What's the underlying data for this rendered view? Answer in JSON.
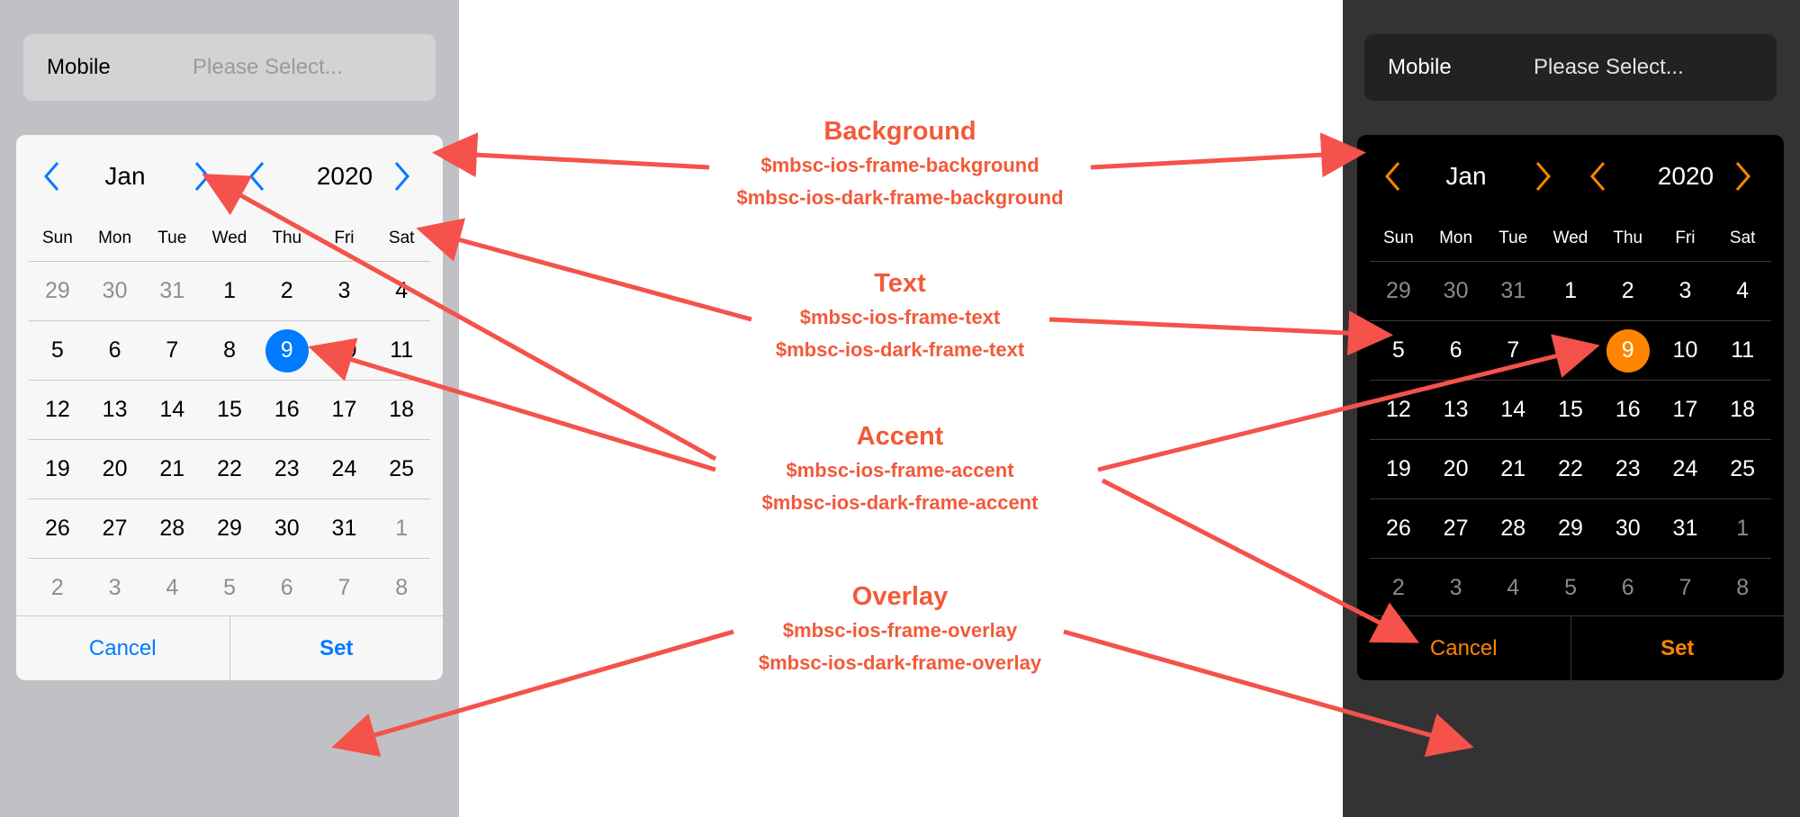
{
  "colors": {
    "light_accent": "#007aff",
    "dark_accent": "#ff8400",
    "annotation": "#f25a3a",
    "arrow": "#f4524a"
  },
  "icons": {
    "prev": "chevron-left-icon",
    "next": "chevron-right-icon"
  },
  "light": {
    "field": {
      "label": "Mobile",
      "placeholder": "Please Select..."
    },
    "month": "Jan",
    "year": "2020",
    "weekdays": [
      "Sun",
      "Mon",
      "Tue",
      "Wed",
      "Thu",
      "Fri",
      "Sat"
    ],
    "weeks": [
      [
        "29",
        "30",
        "31",
        "1",
        "2",
        "3",
        "4"
      ],
      [
        "5",
        "6",
        "7",
        "8",
        "9",
        "10",
        "11"
      ],
      [
        "12",
        "13",
        "14",
        "15",
        "16",
        "17",
        "18"
      ],
      [
        "19",
        "20",
        "21",
        "22",
        "23",
        "24",
        "25"
      ],
      [
        "26",
        "27",
        "28",
        "29",
        "30",
        "31",
        "1"
      ],
      [
        "2",
        "3",
        "4",
        "5",
        "6",
        "7",
        "8"
      ]
    ],
    "outside_days": [
      [
        0,
        0
      ],
      [
        0,
        1
      ],
      [
        0,
        2
      ],
      [
        4,
        6
      ],
      [
        5,
        0
      ],
      [
        5,
        1
      ],
      [
        5,
        2
      ],
      [
        5,
        3
      ],
      [
        5,
        4
      ],
      [
        5,
        5
      ],
      [
        5,
        6
      ]
    ],
    "selected_day": "9",
    "selected_index": [
      1,
      4
    ],
    "cancel": "Cancel",
    "set": "Set"
  },
  "dark": {
    "field": {
      "label": "Mobile",
      "placeholder": "Please Select..."
    },
    "month": "Jan",
    "year": "2020",
    "weekdays": [
      "Sun",
      "Mon",
      "Tue",
      "Wed",
      "Thu",
      "Fri",
      "Sat"
    ],
    "weeks": [
      [
        "29",
        "30",
        "31",
        "1",
        "2",
        "3",
        "4"
      ],
      [
        "5",
        "6",
        "7",
        "8",
        "9",
        "10",
        "11"
      ],
      [
        "12",
        "13",
        "14",
        "15",
        "16",
        "17",
        "18"
      ],
      [
        "19",
        "20",
        "21",
        "22",
        "23",
        "24",
        "25"
      ],
      [
        "26",
        "27",
        "28",
        "29",
        "30",
        "31",
        "1"
      ],
      [
        "2",
        "3",
        "4",
        "5",
        "6",
        "7",
        "8"
      ]
    ],
    "outside_days": [
      [
        0,
        0
      ],
      [
        0,
        1
      ],
      [
        0,
        2
      ],
      [
        4,
        6
      ],
      [
        5,
        0
      ],
      [
        5,
        1
      ],
      [
        5,
        2
      ],
      [
        5,
        3
      ],
      [
        5,
        4
      ],
      [
        5,
        5
      ],
      [
        5,
        6
      ]
    ],
    "selected_day": "9",
    "selected_index": [
      1,
      4
    ],
    "cancel": "Cancel",
    "set": "Set"
  },
  "annotations": [
    {
      "title": "Background",
      "vars": [
        "$mbsc-ios-frame-background",
        "$mbsc-ios-dark-frame-background"
      ]
    },
    {
      "title": "Text",
      "vars": [
        "$mbsc-ios-frame-text",
        "$mbsc-ios-dark-frame-text"
      ]
    },
    {
      "title": "Accent",
      "vars": [
        "$mbsc-ios-frame-accent",
        "$mbsc-ios-dark-frame-accent"
      ]
    },
    {
      "title": "Overlay",
      "vars": [
        "$mbsc-ios-frame-overlay",
        "$mbsc-ios-dark-frame-overlay"
      ]
    }
  ]
}
